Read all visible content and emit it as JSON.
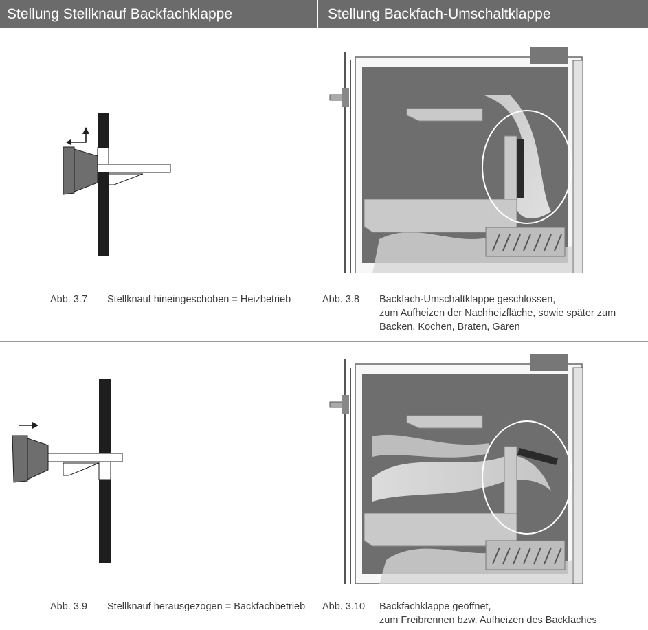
{
  "header": {
    "left_title": "Stellung Stellknauf Backfachklappe",
    "right_title": "Stellung Backfach-Umschaltklappe"
  },
  "figures": {
    "fig_3_7": {
      "number": "Abb. 3.7",
      "caption": [
        "Stellknauf hineingeschoben = Heizbetrieb"
      ]
    },
    "fig_3_8": {
      "number": "Abb. 3.8",
      "caption": [
        "Backfach-Umschaltklappe geschlossen,",
        "zum Aufheizen der Nachheizfläche, sowie später zum",
        "Backen, Kochen, Braten, Garen"
      ]
    },
    "fig_3_9": {
      "number": "Abb. 3.9",
      "caption": [
        "Stellknauf herausgezogen = Backfachbetrieb"
      ]
    },
    "fig_3_10": {
      "number": "Abb. 3.10",
      "caption": [
        "Backfachklappe geöffnet,",
        "zum Freibrennen bzw. Aufheizen des Backfaches"
      ]
    }
  }
}
